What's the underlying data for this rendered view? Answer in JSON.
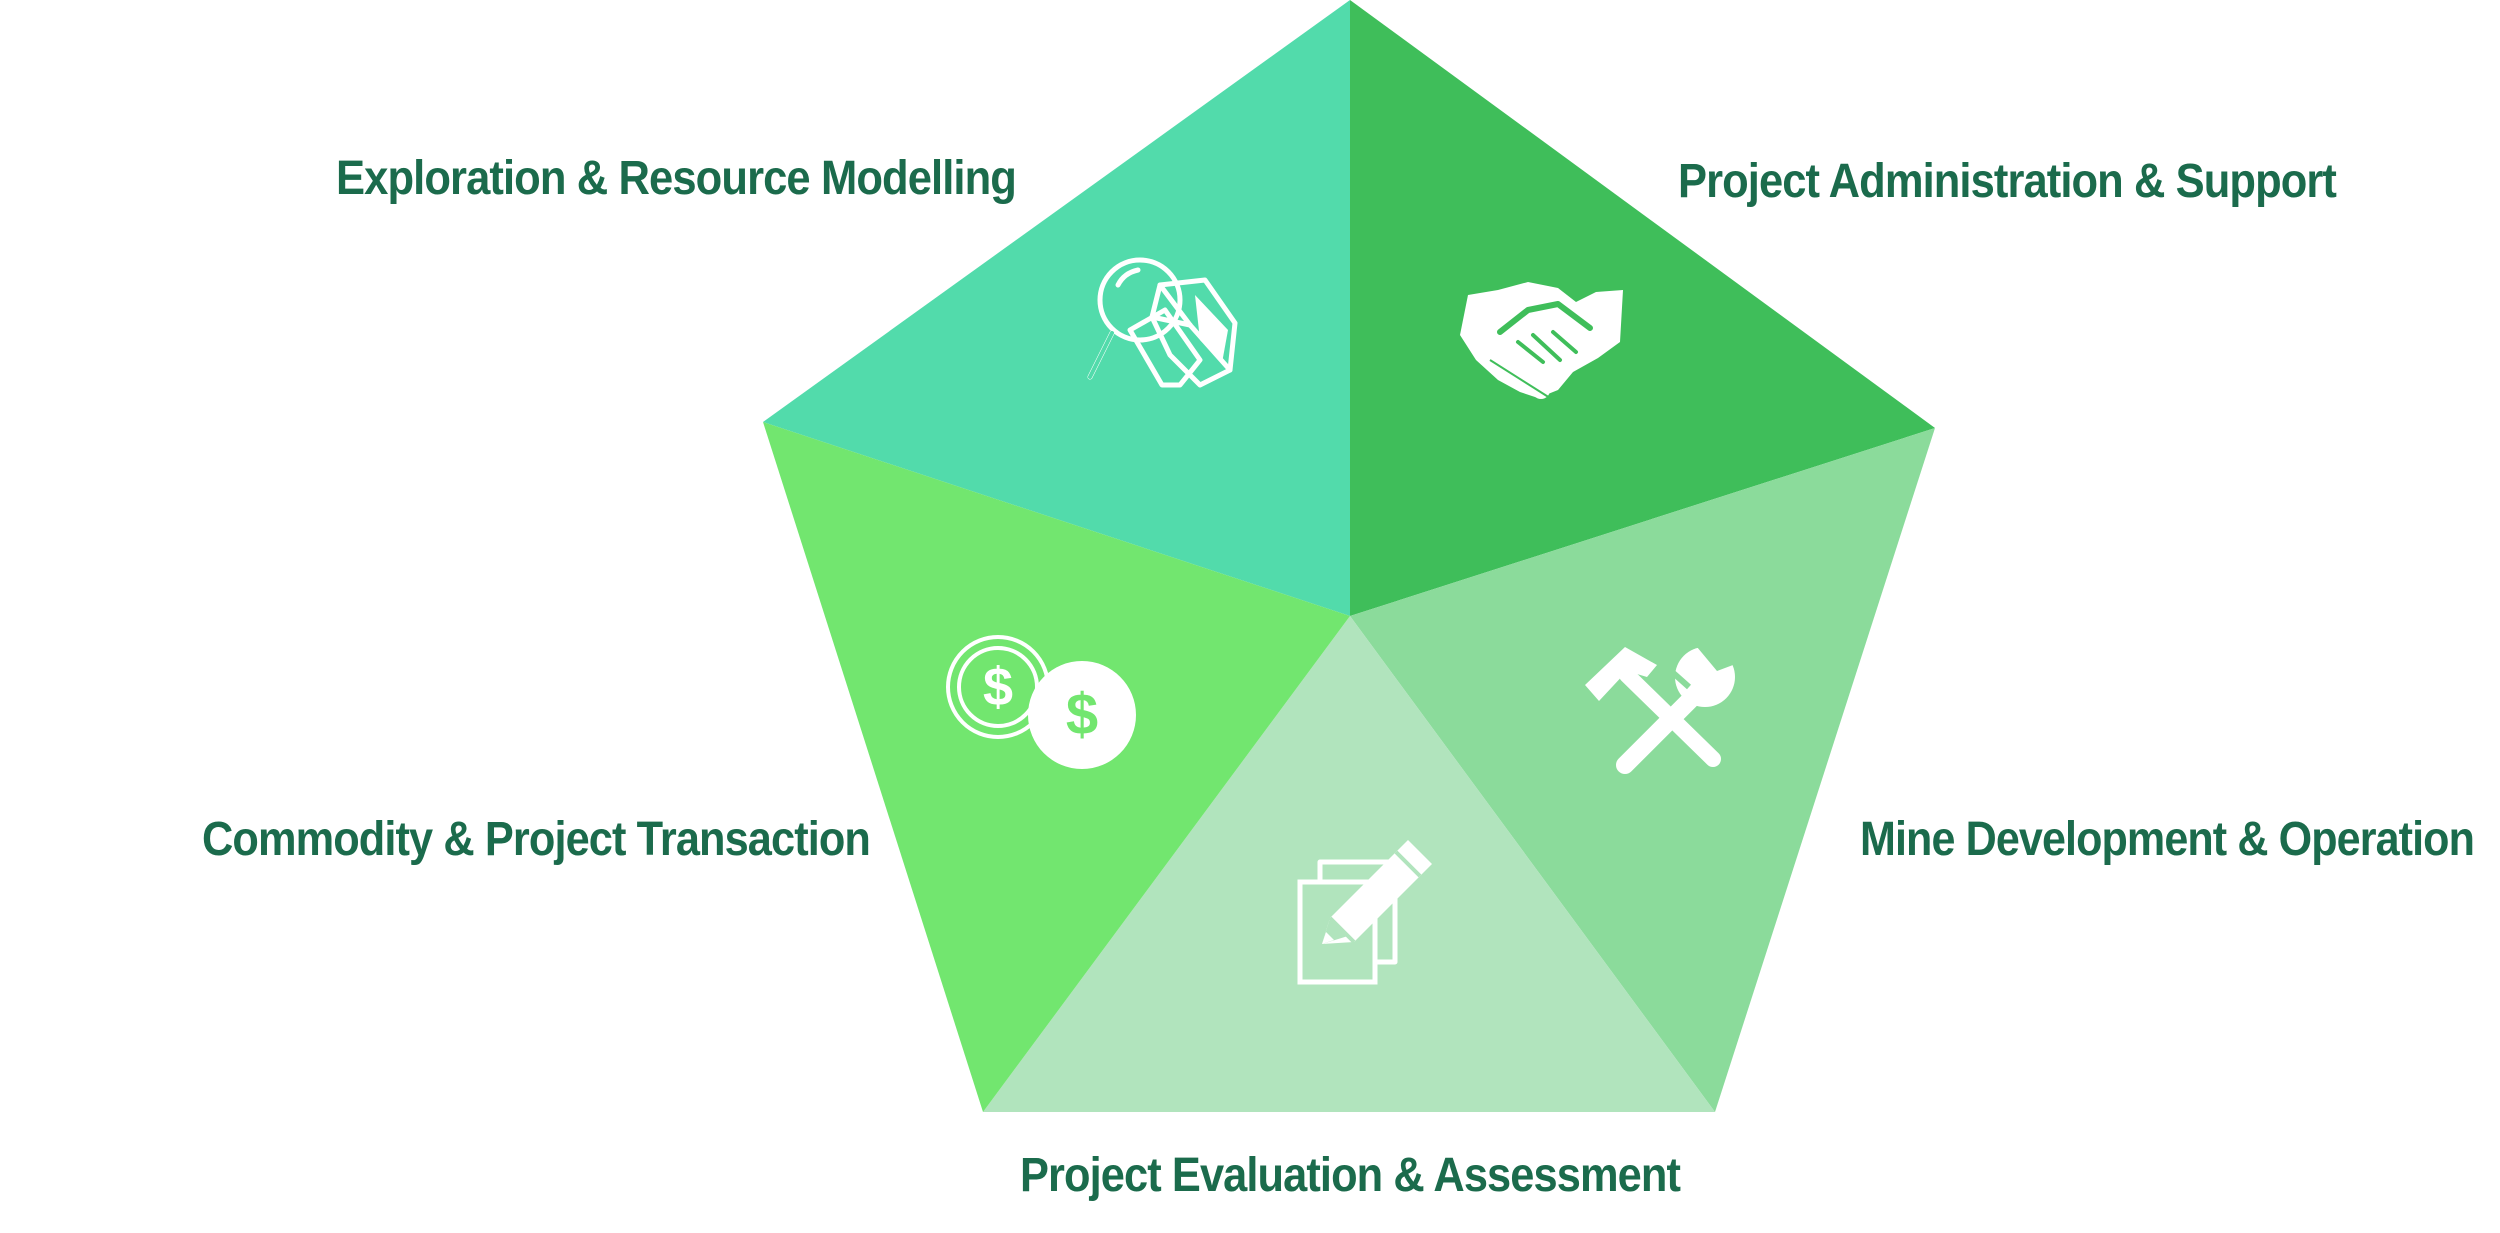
{
  "segments": [
    {
      "label": "Exploration & Resource Modelling",
      "icon": "magnifier-rock-icon",
      "color": "#52dbab"
    },
    {
      "label": "Project Administration & Support",
      "icon": "handshake-icon",
      "color": "#3fbe5a"
    },
    {
      "label": "Mine Development & Operation",
      "icon": "hammer-wrench-icon",
      "color": "#8bdb9b"
    },
    {
      "label": "Project Evaluation & Assessment",
      "icon": "document-pencil-icon",
      "color": "#b1e4bd"
    },
    {
      "label": "Commodity & Project Transaction",
      "icon": "coins-dollar-icon",
      "color": "#72e66f"
    }
  ],
  "colors": {
    "label_text": "#1b6b4c",
    "icon": "#ffffff"
  }
}
